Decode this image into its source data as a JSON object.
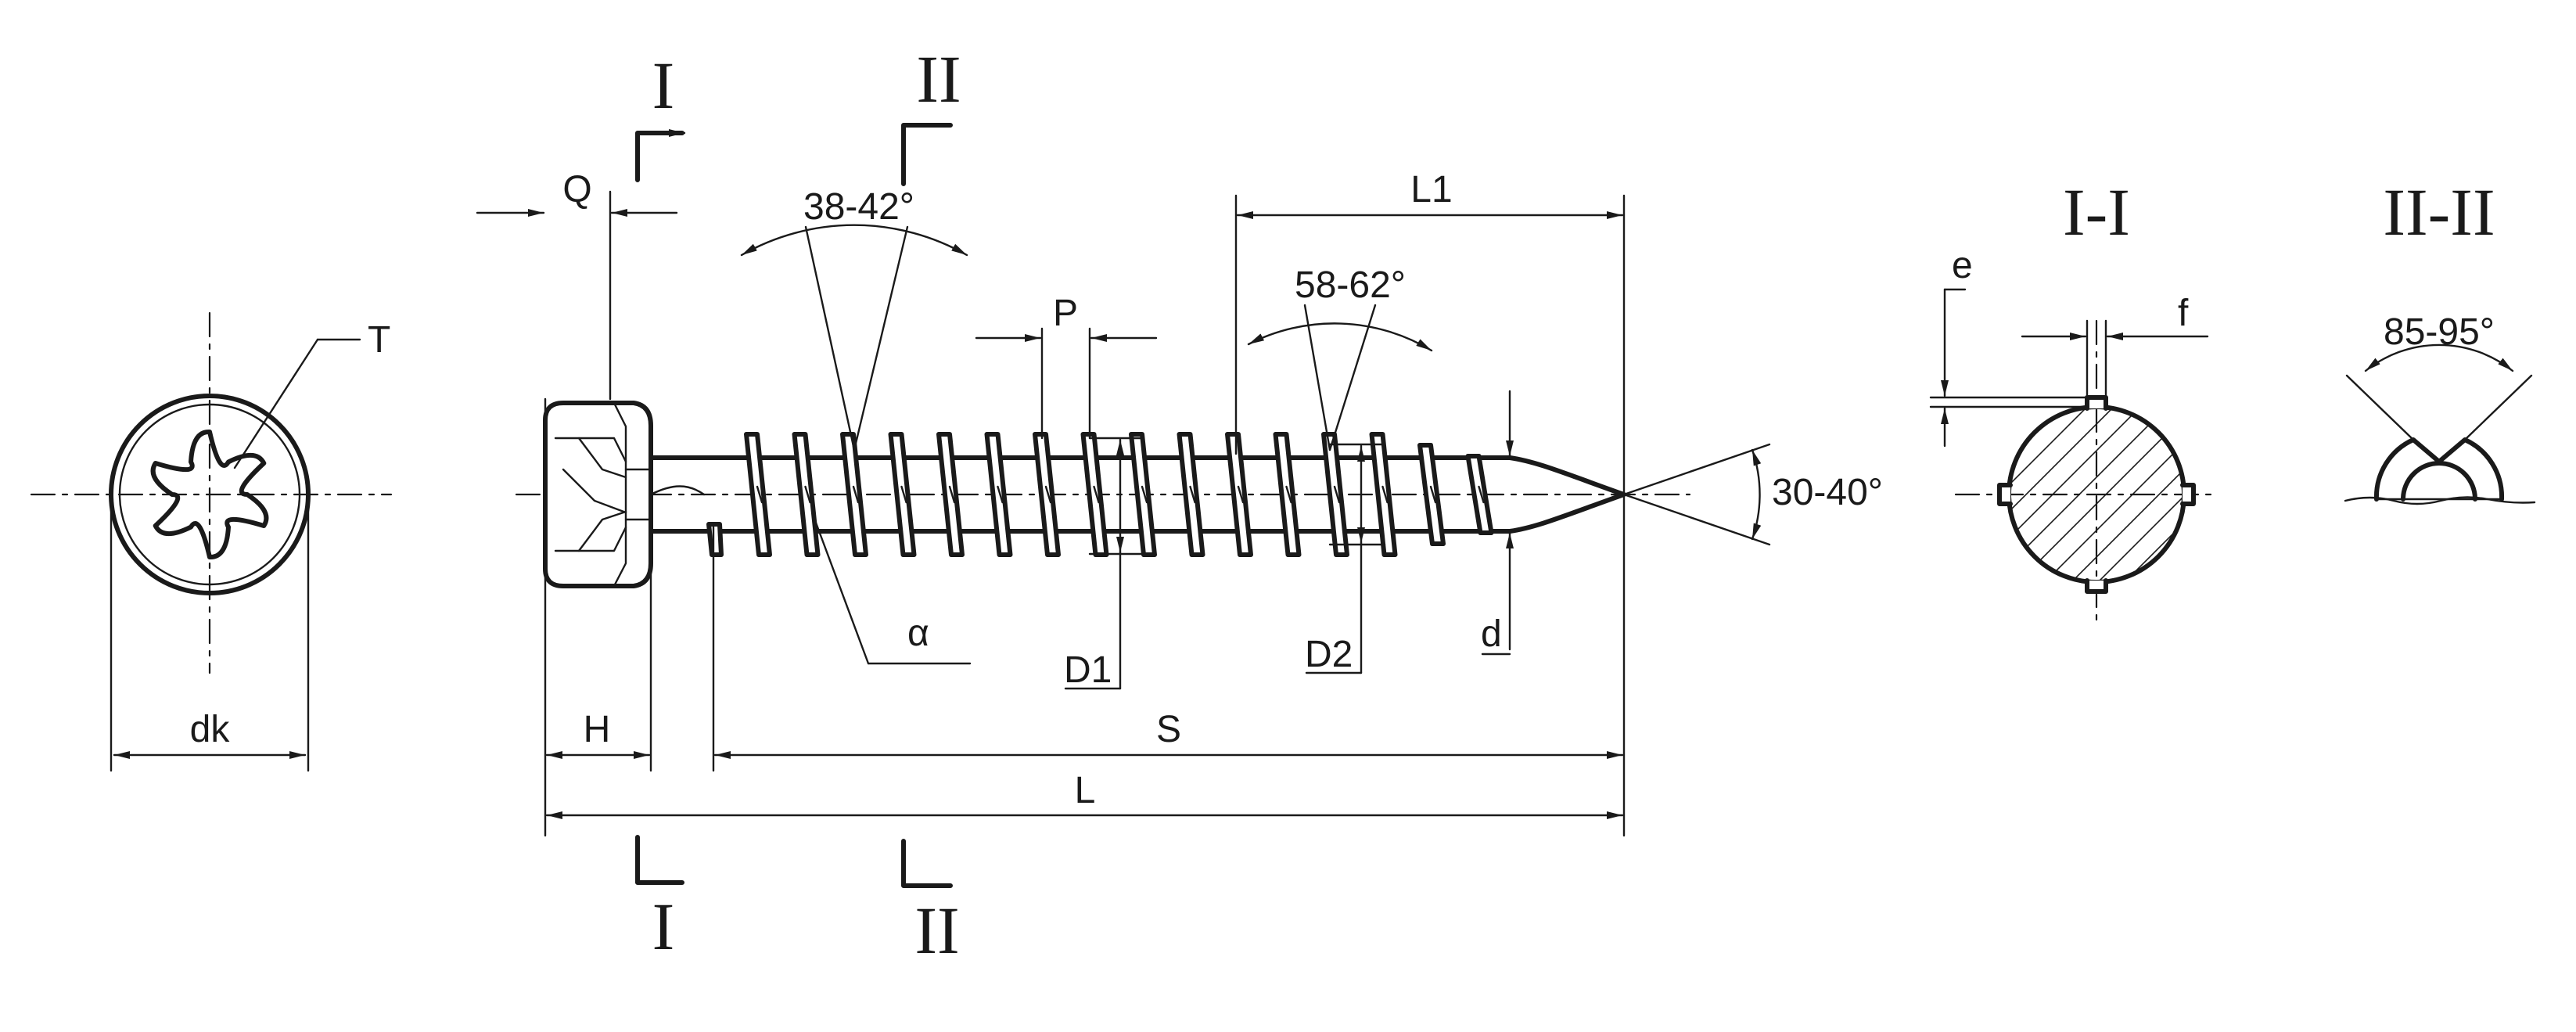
{
  "labels": {
    "T": "T",
    "dk": "dk",
    "Q": "Q",
    "H": "H",
    "S": "S",
    "L": "L",
    "L1": "L1",
    "P": "P",
    "alpha": "α",
    "D1": "D1",
    "D2": "D2",
    "d": "d",
    "e": "e",
    "f": "f"
  },
  "angles": {
    "thread_angle": "38-42°",
    "thread_tip_angle": "58-62°",
    "point_angle": "30-40°",
    "groove_angle": "85-95°"
  },
  "sections": {
    "cut_I_top": "I",
    "cut_II_top": "II",
    "cut_I_bottom": "I",
    "cut_II_bottom": "II",
    "section_I_title": "I-I",
    "section_II_title": "II-II"
  }
}
